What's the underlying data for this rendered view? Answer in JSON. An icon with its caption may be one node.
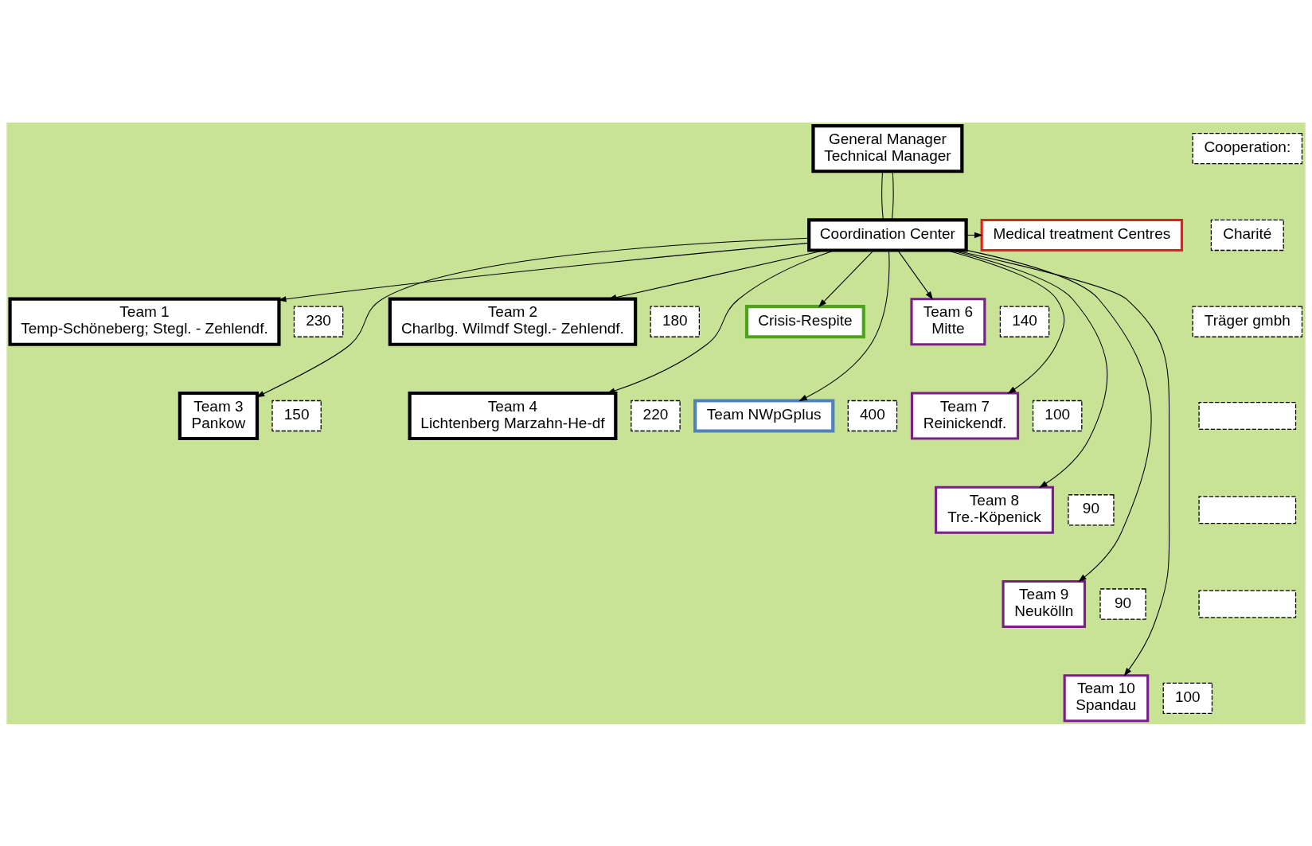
{
  "diagram": {
    "nodes": [
      {
        "text": [
          "General Manager",
          "Technical Manager"
        ]
      },
      {
        "text": [
          "Coordination Center"
        ]
      },
      {
        "text": [
          "Medical treatment Centres"
        ]
      },
      {
        "text": [
          "Team 1",
          "Temp-Schöneberg; Stegl. - Zehlendf."
        ],
        "beside": [
          "230"
        ]
      },
      {
        "text": [
          "Team 2",
          "Charlbg. Wilmdf Stegl.- Zehlendf."
        ],
        "beside": [
          "180"
        ]
      },
      {
        "text": [
          "Team 3",
          "Pankow"
        ],
        "beside": [
          "150"
        ]
      },
      {
        "text": [
          "Team 4",
          "Lichtenberg Marzahn-He-df"
        ],
        "beside": [
          "220"
        ]
      },
      {
        "text": [
          "Crisis-Respite"
        ]
      },
      {
        "text": [
          "Team NWpGplus"
        ],
        "beside": [
          "400"
        ]
      },
      {
        "text": [
          "Team 6",
          "Mitte"
        ],
        "beside": [
          "140"
        ]
      },
      {
        "text": [
          "Team 7",
          "Reinickendf."
        ],
        "beside": [
          "100"
        ]
      },
      {
        "text": [
          "Team 8",
          "Tre.-Köpenick"
        ],
        "beside": [
          "90"
        ]
      },
      {
        "text": [
          "Team 9",
          "Neukölln"
        ],
        "beside": [
          "90"
        ]
      },
      {
        "text": [
          "Team 10",
          "Spandau"
        ],
        "beside": [
          "100"
        ]
      },
      {
        "text": [
          "Cooperation:"
        ]
      },
      {
        "text": [
          "Charité"
        ]
      },
      {
        "text": [
          "Träger gmbh"
        ]
      },
      {
        "text": [],
        "shape": "box"
      },
      {
        "text": [],
        "shape": "box"
      },
      {
        "text": [],
        "shape": "box"
      }
    ],
    "edges": [
      {
        "from": 0,
        "to": 1,
        "arrow": "none"
      },
      {
        "from": 0,
        "to": 1,
        "arrow": "none"
      },
      {
        "from": 1,
        "to": 2,
        "arrow": "to"
      },
      {
        "from": 1,
        "to": 3,
        "arrow": "to"
      },
      {
        "from": 1,
        "to": 5,
        "arrow": "to"
      },
      {
        "from": 1,
        "to": 4,
        "arrow": "to"
      },
      {
        "from": 1,
        "to": 6,
        "arrow": "to"
      },
      {
        "from": 1,
        "to": 8,
        "arrow": "to"
      },
      {
        "from": 1,
        "to": 7,
        "arrow": "to"
      },
      {
        "from": 1,
        "to": 13,
        "arrow": "to"
      },
      {
        "from": 1,
        "to": 12,
        "arrow": "to"
      },
      {
        "from": 1,
        "to": 11,
        "arrow": "to"
      },
      {
        "from": 1,
        "to": 10,
        "arrow": "to"
      },
      {
        "from": 1,
        "to": 9,
        "arrow": "to"
      }
    ]
  }
}
